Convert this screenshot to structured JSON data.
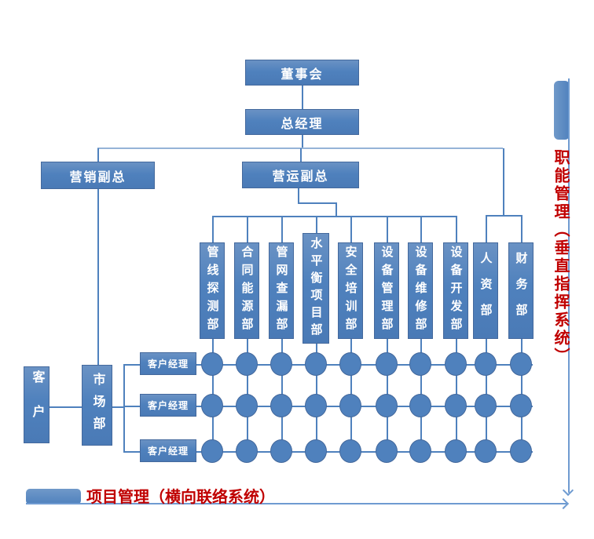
{
  "nodes": {
    "board": "董事会",
    "general_manager": "总经理",
    "marketing_vp": "营销副总",
    "operations_vp": "营运副总",
    "customer": "客户",
    "market_dept": "市场部"
  },
  "departments": [
    {
      "label": "管线探测部"
    },
    {
      "label": "合同能源部"
    },
    {
      "label": "管网查漏部"
    },
    {
      "label": "水平衡项目部"
    },
    {
      "label": "安全培训部"
    },
    {
      "label": "设备管理部"
    },
    {
      "label": "设备维修部"
    },
    {
      "label": "设备开发部"
    },
    {
      "label": "人资部"
    },
    {
      "label": "财务部"
    }
  ],
  "account_managers": [
    "客户经理",
    "客户经理",
    "客户经理"
  ],
  "annotations": {
    "vertical_system": "职能管理（垂直指挥系统）",
    "horizontal_system": "项目管理（横向联络系统）"
  },
  "matrix": {
    "rows": 3,
    "columns": 10
  },
  "colors": {
    "node_fill": "#4F81BD",
    "node_border": "#44699D",
    "connector": "#4F81BD",
    "light_connector": "#95B3D7",
    "arrow_line": "#6F9BD1",
    "annotation_red": "#C00000"
  }
}
